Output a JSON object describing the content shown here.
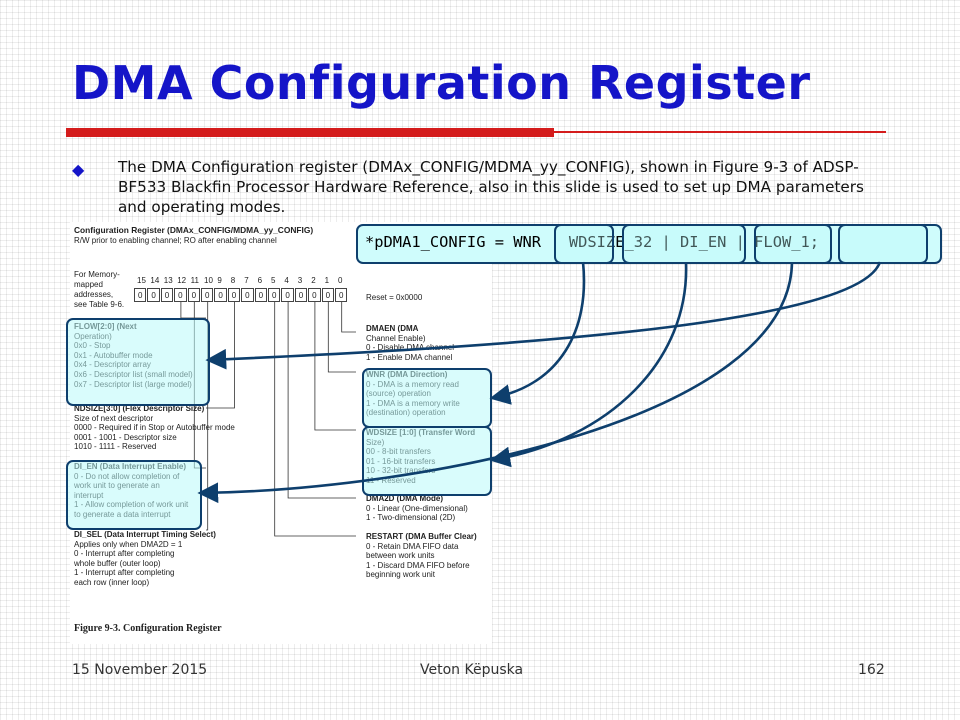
{
  "slide": {
    "title": "DMA Configuration Register",
    "bullet": "The DMA Configuration register (DMAx_CONFIG/MDMA_yy_CONFIG), shown in Figure 9-3 of ADSP-BF533 Blackfin Processor Hardware Reference, also in this slide is used to set up DMA parameters and operating modes.",
    "bullet_icon": "diamond-bullet-icon",
    "accent_color": "#1515c8",
    "rule_color": "#d41c1c"
  },
  "code": {
    "text": "*pDMA1_CONFIG = WNR | WDSIZE_32 | DI_EN | FLOW_1;",
    "box_color": "#cffcfc",
    "border_color": "#0e3f6d",
    "tokens": [
      "WNR",
      "WDSIZE_32",
      "DI_EN",
      "FLOW_1"
    ]
  },
  "figure": {
    "heading": "Configuration Register (DMAx_CONFIG/MDMA_yy_CONFIG)",
    "subheading": "R/W prior to enabling channel; RO after enabling channel",
    "memory_note": [
      "For Memory-",
      "mapped",
      "addresses,",
      "see Table 9-6."
    ],
    "bit_numbers": [
      "15",
      "14",
      "13",
      "12",
      "11",
      "10",
      "9",
      "8",
      "7",
      "6",
      "5",
      "4",
      "3",
      "2",
      "1",
      "0"
    ],
    "bit_values": [
      "0",
      "0",
      "0",
      "0",
      "0",
      "0",
      "0",
      "0",
      "0",
      "0",
      "0",
      "0",
      "0",
      "0",
      "0",
      "0"
    ],
    "reset": "Reset = 0x0000",
    "caption": "Figure 9-3. Configuration Register",
    "left_fields": [
      {
        "lines": [
          "FLOW[2:0] (Next",
          "Operation)",
          "0x0 - Stop",
          "0x1 - Autobuffer mode",
          "0x4 - Descriptor array",
          "0x6 - Descriptor list (small model)",
          "0x7 - Descriptor list (large model)"
        ]
      },
      {
        "lines": [
          "NDSIZE[3:0] (Flex Descriptor Size)",
          "Size of next descriptor",
          "0000 - Required if in Stop or Autobuffer mode",
          "0001 - 1001 - Descriptor size",
          "1010 - 1111 - Reserved"
        ]
      },
      {
        "lines": [
          "DI_EN (Data Interrupt Enable)",
          "0 - Do not allow completion of",
          "    work unit to generate an",
          "    interrupt",
          "1 - Allow completion of work unit",
          "    to generate a data interrupt"
        ]
      },
      {
        "lines": [
          "DI_SEL (Data Interrupt Timing Select)",
          "Applies only when DMA2D = 1",
          "0 - Interrupt after completing",
          "    whole buffer (outer loop)",
          "1 - Interrupt after completing",
          "    each row (inner loop)"
        ]
      }
    ],
    "right_fields": [
      {
        "lines": [
          "DMAEN (DMA",
          "Channel Enable)",
          "0 - Disable DMA channel",
          "1 - Enable DMA channel"
        ]
      },
      {
        "lines": [
          "WNR (DMA Direction)",
          "0 - DMA is a memory read",
          "    (source) operation",
          "1 - DMA is a memory write",
          "    (destination) operation"
        ]
      },
      {
        "lines": [
          "WDSIZE [1:0] (Transfer Word",
          "Size)",
          "00 - 8-bit transfers",
          "01 - 16-bit transfers",
          "10 - 32-bit transfers",
          "11 - Reserved"
        ]
      },
      {
        "lines": [
          "DMA2D (DMA Mode)",
          "0 - Linear (One-dimensional)",
          "1 - Two-dimensional (2D)"
        ]
      },
      {
        "lines": [
          "RESTART (DMA Buffer Clear)",
          "0 - Retain DMA FIFO data",
          "    between work units",
          "1 - Discard DMA FIFO before",
          "    beginning work unit"
        ]
      }
    ]
  },
  "footer": {
    "date": "15 November 2015",
    "author": "Veton Këpuska",
    "page": "162"
  }
}
